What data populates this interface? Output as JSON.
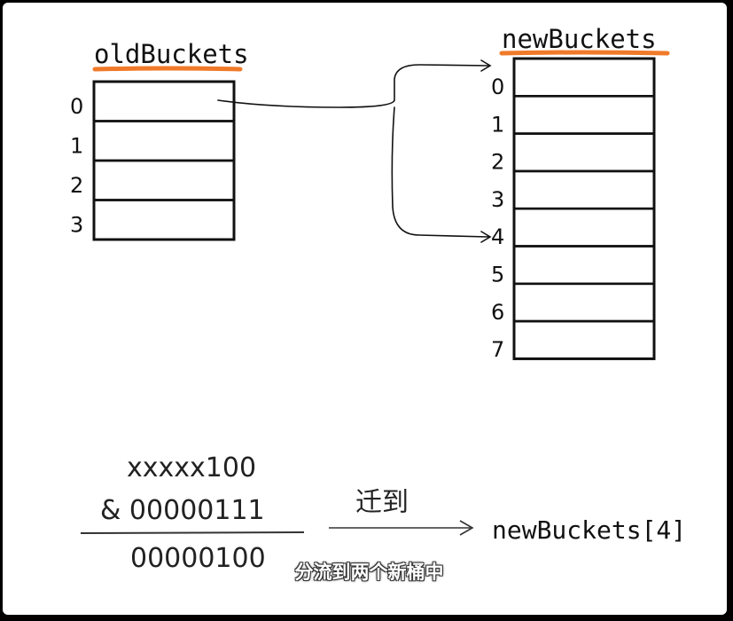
{
  "old_buckets": {
    "title": "oldBuckets",
    "indices": [
      "0",
      "1",
      "2",
      "3"
    ]
  },
  "new_buckets": {
    "title": "newBuckets",
    "indices": [
      "0",
      "1",
      "2",
      "3",
      "4",
      "5",
      "6",
      "7"
    ]
  },
  "calculation": {
    "operand_hash": "xxxxx100",
    "operand_mask": "& 00000111",
    "result": "00000100",
    "arrow_label": "迁到",
    "target": "newBuckets[4]"
  },
  "subtitle": "分流到两个新桶中",
  "colors": {
    "underline": "#f07a2a",
    "ink": "#111111",
    "background": "#ffffff"
  }
}
